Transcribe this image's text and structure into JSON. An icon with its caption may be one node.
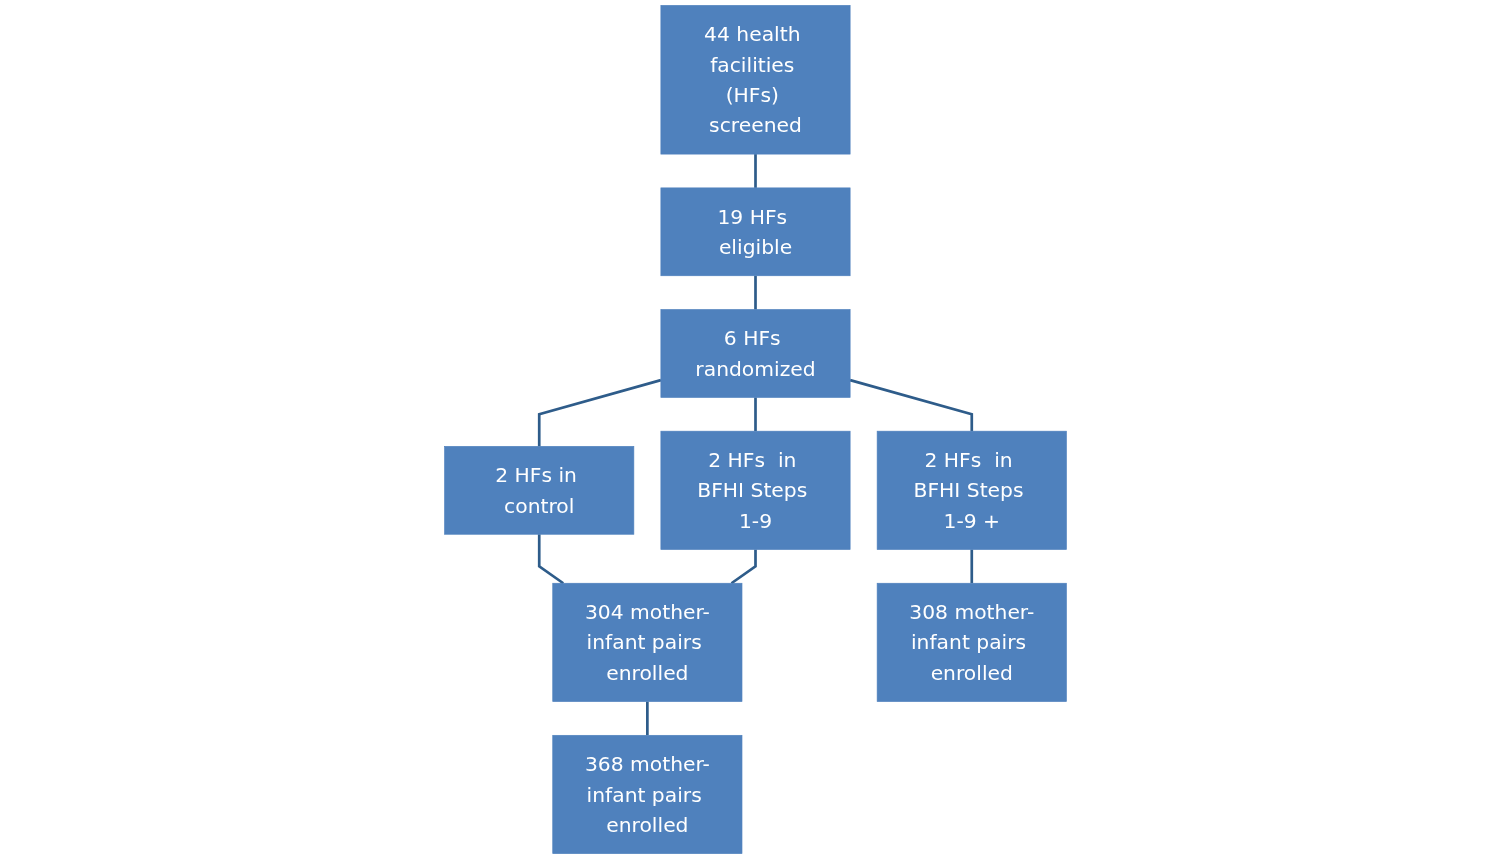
{
  "diagram": {
    "nodes": [
      {
        "text": [
          "44 health facilities (HFs) screened"
        ]
      },
      {
        "text": [
          "19 HFs eligible"
        ]
      },
      {
        "text": [
          "6 HFs randomized"
        ]
      },
      {
        "text": [
          "2 HFs in control"
        ]
      },
      {
        "text": [
          "2 HFs  in BFHI Steps 1-9"
        ]
      },
      {
        "text": [
          "2 HFs  in BFHI Steps 1-9 +"
        ]
      },
      {
        "text": [
          "304 mother-infant pairs enrolled"
        ]
      },
      {
        "text": [
          "368 mother-infant pairs enrolled"
        ]
      },
      {
        "text": [
          "308 mother-infant pairs enrolled"
        ]
      }
    ],
    "edges": [
      {
        "from": 0,
        "to": 1,
        "arrow": "none"
      },
      {
        "from": 1,
        "to": 2,
        "arrow": "none"
      },
      {
        "from": 2,
        "to": 3,
        "arrow": "none"
      },
      {
        "from": 2,
        "to": 4,
        "arrow": "none"
      },
      {
        "from": 2,
        "to": 5,
        "arrow": "none"
      },
      {
        "from": 3,
        "to": 6,
        "arrow": "none"
      },
      {
        "from": 4,
        "to": 6,
        "arrow": "none"
      },
      {
        "from": 6,
        "to": 7,
        "arrow": "none"
      },
      {
        "from": 5,
        "to": 8,
        "arrow": "none"
      }
    ]
  }
}
